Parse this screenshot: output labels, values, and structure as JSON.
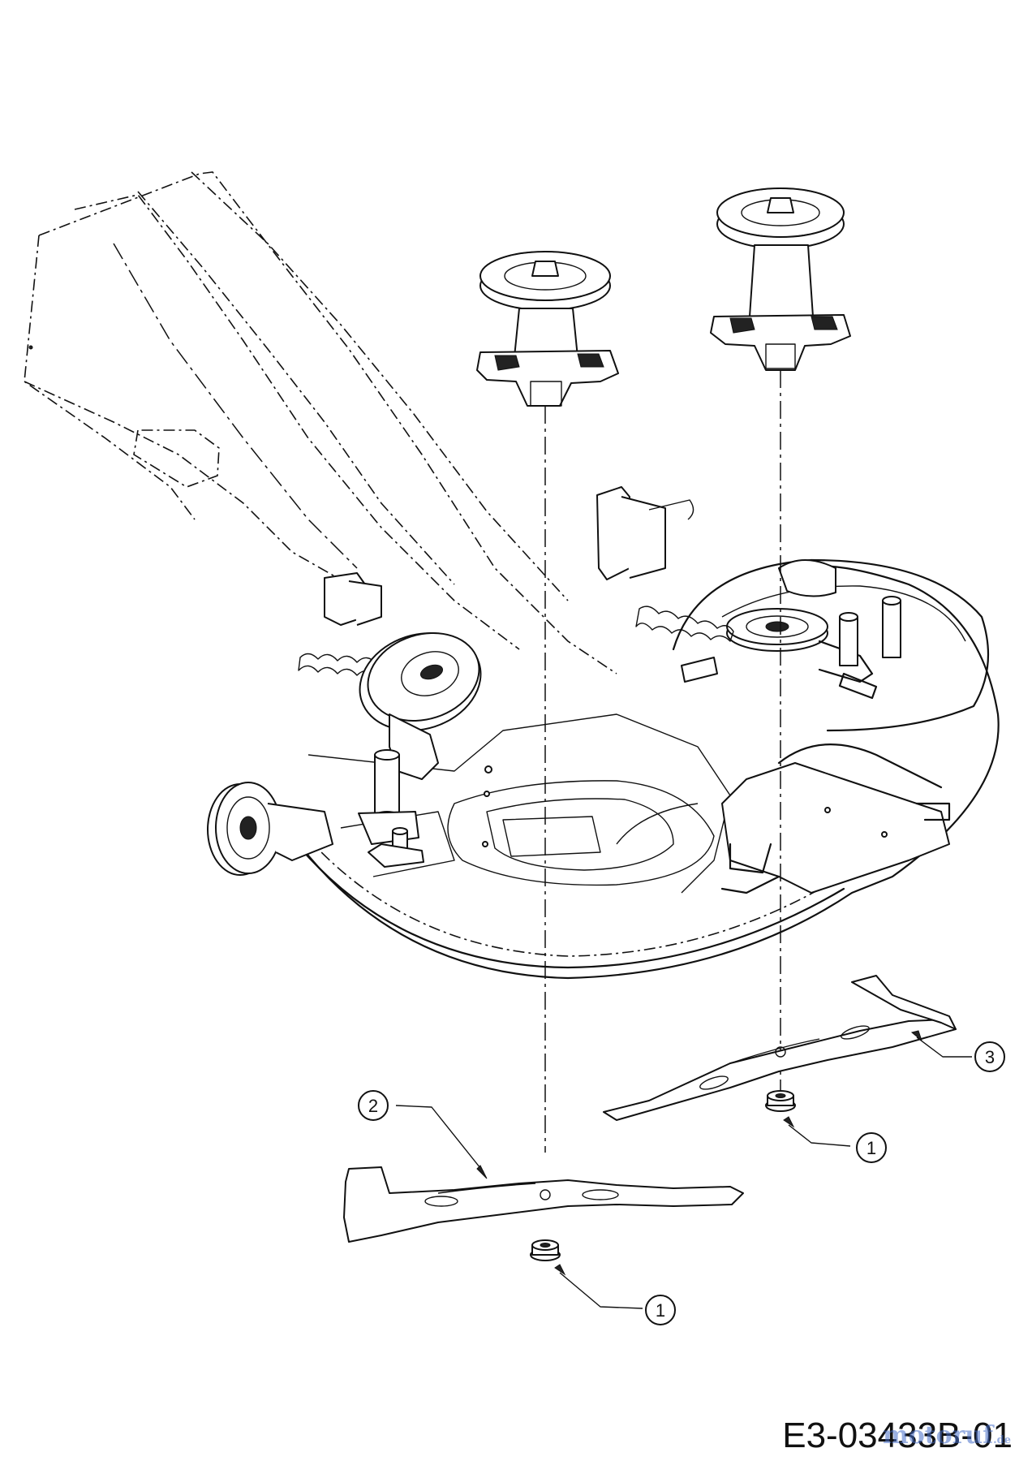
{
  "drawing_code": "E3-03433B-01",
  "watermark": {
    "text": "motoruf",
    "suffix": ".de"
  },
  "callouts": [
    {
      "id": "blade-left",
      "label": "2"
    },
    {
      "id": "blade-right",
      "label": "3"
    },
    {
      "id": "nut-right",
      "label": "1"
    },
    {
      "id": "nut-left",
      "label": "1"
    }
  ]
}
